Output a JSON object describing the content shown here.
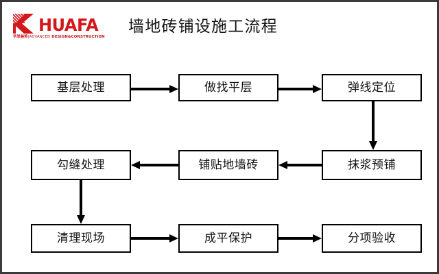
{
  "slide": {
    "title": "墙地砖铺设施工流程",
    "background_color": "#ffffff",
    "border_color": "#3a3a3a"
  },
  "brand": {
    "name": "HUAFA",
    "mark_icon": "huafa-k-logo-icon",
    "tagline_cn": "华发装饰",
    "tagline_separator": "|",
    "tagline_en_1": "ADVANCED",
    "tagline_en_2": "DESIGN",
    "tagline_amp": "&",
    "tagline_en_3": "CONSTRUCTION",
    "color": "#D4171A"
  },
  "flowchart": {
    "type": "process-flow",
    "node_border_color": "#000000",
    "node_fill_color": "#ffffff",
    "arrow_color": "#000000",
    "rows": [
      {
        "direction": "left-to-right",
        "nodes": [
          {
            "id": "r1c1",
            "label": "基层处理"
          },
          {
            "id": "r1c2",
            "label": "做找平层"
          },
          {
            "id": "r1c3",
            "label": "弹线定位"
          }
        ]
      },
      {
        "direction": "right-to-left",
        "nodes": [
          {
            "id": "r2c1",
            "label": "勾缝处理"
          },
          {
            "id": "r2c2",
            "label": "铺贴地墙砖"
          },
          {
            "id": "r2c3",
            "label": "抹浆预铺"
          }
        ]
      },
      {
        "direction": "left-to-right",
        "nodes": [
          {
            "id": "r3c1",
            "label": "清理现场"
          },
          {
            "id": "r3c2",
            "label": "成平保护"
          },
          {
            "id": "r3c3",
            "label": "分项验收"
          }
        ]
      }
    ],
    "connectors": [
      {
        "id": "a-r1-1",
        "from": "基层处理",
        "to": "做找平层",
        "orientation": "horizontal",
        "direction": "right"
      },
      {
        "id": "a-r1-2",
        "from": "做找平层",
        "to": "弹线定位",
        "orientation": "horizontal",
        "direction": "right"
      },
      {
        "id": "a-down-right",
        "from": "弹线定位",
        "to": "抹浆预铺",
        "orientation": "vertical",
        "direction": "down"
      },
      {
        "id": "a-r2-1",
        "from": "抹浆预铺",
        "to": "铺贴地墙砖",
        "orientation": "horizontal",
        "direction": "left"
      },
      {
        "id": "a-r2-2",
        "from": "铺贴地墙砖",
        "to": "勾缝处理",
        "orientation": "horizontal",
        "direction": "left"
      },
      {
        "id": "a-down-left",
        "from": "勾缝处理",
        "to": "清理现场",
        "orientation": "vertical",
        "direction": "down"
      },
      {
        "id": "a-r3-1",
        "from": "清理现场",
        "to": "成平保护",
        "orientation": "horizontal",
        "direction": "right"
      },
      {
        "id": "a-r3-2",
        "from": "成平保护",
        "to": "分项验收",
        "orientation": "horizontal",
        "direction": "right"
      }
    ]
  }
}
